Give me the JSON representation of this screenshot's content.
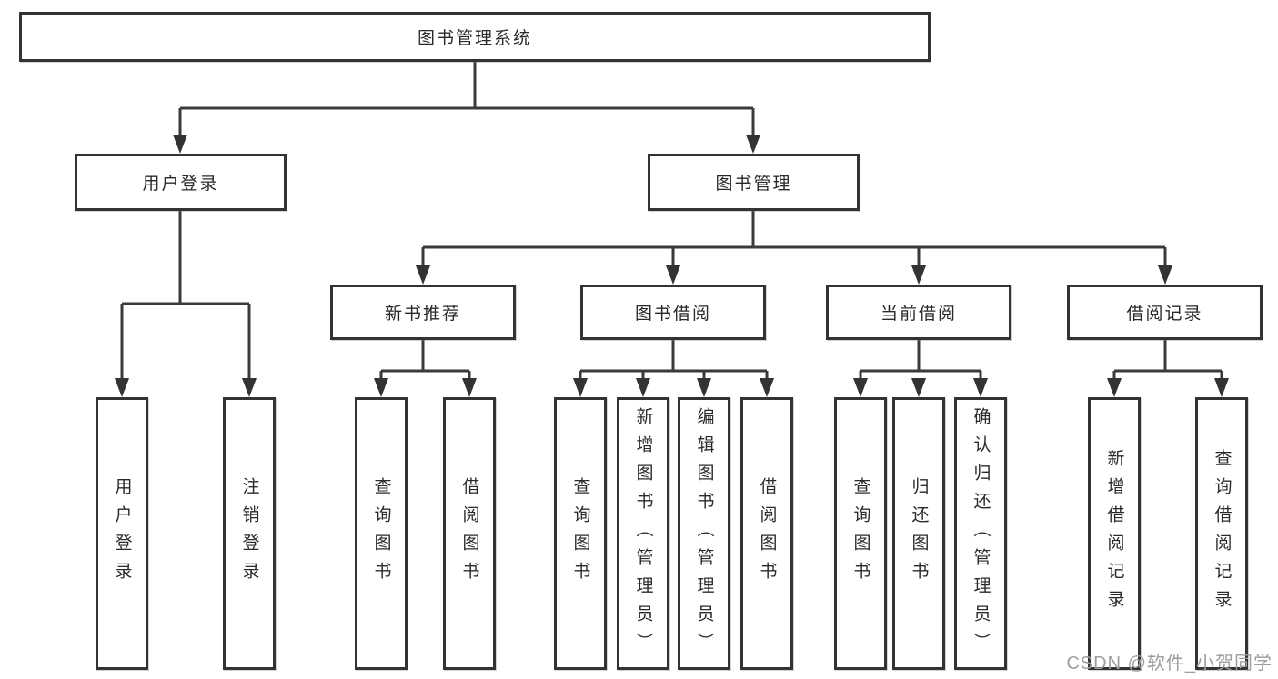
{
  "diagram": {
    "root": {
      "label": "图书管理系统"
    },
    "branches": [
      {
        "label": "用户登录",
        "children": [
          {
            "label": "用户登录"
          },
          {
            "label": "注销登录"
          }
        ]
      },
      {
        "label": "图书管理",
        "children": [
          {
            "label": "新书推荐",
            "children": [
              {
                "label": "查询图书"
              },
              {
                "label": "借阅图书"
              }
            ]
          },
          {
            "label": "图书借阅",
            "children": [
              {
                "label": "查询图书"
              },
              {
                "label": "新增图书（管理员）"
              },
              {
                "label": "编辑图书（管理员）"
              },
              {
                "label": "借阅图书"
              }
            ]
          },
          {
            "label": "当前借阅",
            "children": [
              {
                "label": "查询图书"
              },
              {
                "label": "归还图书"
              },
              {
                "label": "确认归还（管理员）"
              }
            ]
          },
          {
            "label": "借阅记录",
            "children": [
              {
                "label": "新增借阅记录"
              },
              {
                "label": "查询借阅记录"
              }
            ]
          }
        ]
      }
    ]
  },
  "watermark": {
    "text": "CSDN @软件_小贺同学"
  },
  "colors": {
    "background": "#ffffff",
    "line": "#3a3a3a",
    "box_border": "#333333",
    "text": "#2a2a2a",
    "watermark": "#9e9e9e"
  }
}
